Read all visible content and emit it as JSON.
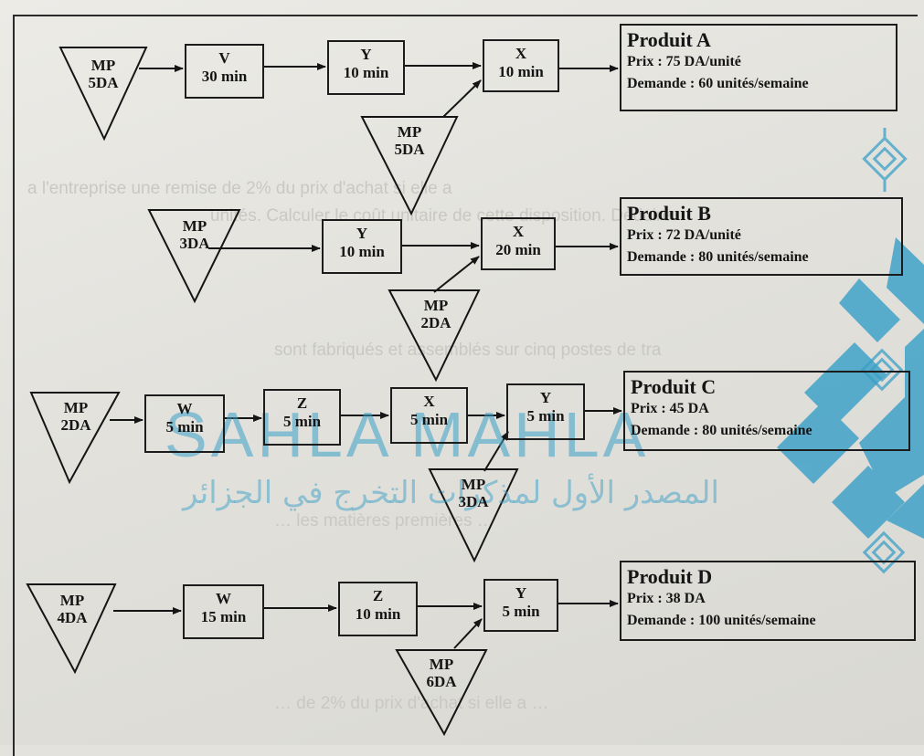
{
  "background_text": [
    "a l'entreprise une remise de 2% du prix d'achat si elle a",
    "unités. Calculer le coût unitaire de cette disposition. Déduire",
    "sont fabriqués et assemblés sur cinq postes de tra",
    "… les matières premières …",
    "… de 2% du prix d'achat si elle a …"
  ],
  "watermark": {
    "latin": "SAHLA MAHLA",
    "arabic": "المصدر الأول لمذكرات التخرج في الجزائر"
  },
  "flows": [
    {
      "product": {
        "title": "Produit A",
        "price": "Prix : 75 DA/unité",
        "demand": "Demande : 60 unités/semaine"
      },
      "source_mp": [
        "MP",
        "5DA"
      ],
      "join_mp": [
        "MP",
        "5DA"
      ],
      "steps": [
        {
          "machine": "V",
          "time": "30 min"
        },
        {
          "machine": "Y",
          "time": "10 min"
        },
        {
          "machine": "X",
          "time": "10 min"
        }
      ]
    },
    {
      "product": {
        "title": "Produit B",
        "price": "Prix : 72 DA/unité",
        "demand": "Demande : 80 unités/semaine"
      },
      "source_mp": [
        "MP",
        "3DA"
      ],
      "join_mp": [
        "MP",
        "2DA"
      ],
      "steps": [
        {
          "machine": "Y",
          "time": "10 min"
        },
        {
          "machine": "X",
          "time": "20 min"
        }
      ]
    },
    {
      "product": {
        "title": "Produit C",
        "price": "Prix : 45 DA",
        "demand": "Demande : 80 unités/semaine"
      },
      "source_mp": [
        "MP",
        "2DA"
      ],
      "join_mp": [
        "MP",
        "3DA"
      ],
      "steps": [
        {
          "machine": "W",
          "time": "5 min"
        },
        {
          "machine": "Z",
          "time": "5 min"
        },
        {
          "machine": "X",
          "time": "5 min"
        },
        {
          "machine": "Y",
          "time": "5 min"
        }
      ]
    },
    {
      "product": {
        "title": "Produit D",
        "price": "Prix : 38 DA",
        "demand": "Demande : 100 unités/semaine"
      },
      "source_mp": [
        "MP",
        "4DA"
      ],
      "join_mp": [
        "MP",
        "6DA"
      ],
      "steps": [
        {
          "machine": "W",
          "time": "15 min"
        },
        {
          "machine": "Z",
          "time": "10 min"
        },
        {
          "machine": "Y",
          "time": "5 min"
        }
      ]
    }
  ]
}
